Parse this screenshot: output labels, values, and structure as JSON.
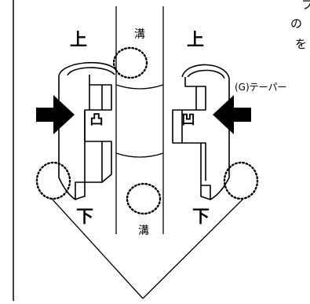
{
  "labels": {
    "top_left": "上",
    "top_right": "上",
    "bottom_left": "下",
    "bottom_right": "下",
    "groove_top": "溝",
    "groove_bottom": "溝",
    "convex_mark": "凸",
    "concave_mark": "凹",
    "taper": "(G)テーパー"
  },
  "clipped_text": {
    "line1": "フ",
    "line2": "の",
    "line3": "を"
  }
}
